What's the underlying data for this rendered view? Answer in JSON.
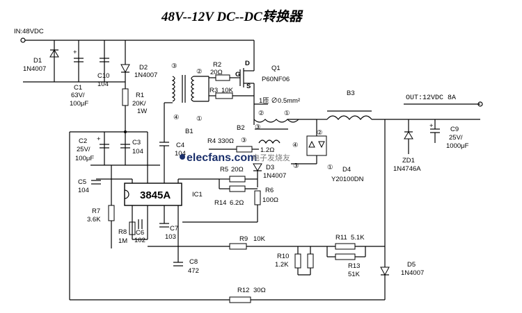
{
  "title": "48V--12V  DC--DC转换器",
  "input": "IN:48VDC",
  "output": "OUT:12VDC  8A",
  "ic": {
    "part": "3845A",
    "ref": "IC1"
  },
  "transformer": {
    "ref": "B1",
    "wire": "1匝  ∅0.5mm²"
  },
  "inductors": {
    "b2": "B2",
    "b3": "B3"
  },
  "components": {
    "d1": [
      "D1",
      "1N4007"
    ],
    "c1": [
      "C1",
      "63V/",
      "100μF"
    ],
    "c10": [
      "C10",
      "104"
    ],
    "d2": [
      "D2",
      "1N4007"
    ],
    "r1": [
      "R1",
      "20K/",
      "1W"
    ],
    "r2": [
      "R2",
      "20Ω"
    ],
    "r3": [
      "R3",
      "10K"
    ],
    "q1": [
      "Q1",
      "P60NF06"
    ],
    "c2": [
      "C2",
      "25V/",
      "100μF"
    ],
    "c3": [
      "C3",
      "104"
    ],
    "c4": [
      "C4",
      "104"
    ],
    "r4": [
      "R4",
      "330Ω"
    ],
    "r5": [
      "R5",
      "20Ω"
    ],
    "d3": [
      "D3",
      "1N4007"
    ],
    "r6": [
      "R6",
      "100Ω"
    ],
    "r14": [
      "R14",
      "6.2Ω"
    ],
    "c5": [
      "C5",
      "104"
    ],
    "r7": [
      "R7",
      "3.6K"
    ],
    "r8": [
      "R8",
      "1M"
    ],
    "c6": [
      "C6",
      "102"
    ],
    "c7": [
      "C7",
      "103"
    ],
    "c8": [
      "C8",
      "472"
    ],
    "r9": [
      "R9",
      "10K"
    ],
    "r10": [
      "R10",
      "1.2K"
    ],
    "r11": [
      "R11",
      "5.1K"
    ],
    "r13": [
      "R13",
      "51K"
    ],
    "r12": [
      "R12",
      "30Ω"
    ],
    "d4": [
      "D4",
      "Y20100DN"
    ],
    "d5": [
      "D5",
      "1N4007"
    ],
    "zd1": [
      "ZD1",
      "1N4746A"
    ],
    "c9": [
      "C9",
      "25V/",
      "1000μF"
    ],
    "b2_wire": "1.2Ω"
  },
  "pins": {
    "g": "G",
    "d": "D",
    "s": "S",
    "n1": "①",
    "n2": "②",
    "n3": "③",
    "n4": "④"
  },
  "watermark": {
    "brand": "elecfans.com",
    "cn": "电子发烧友"
  },
  "colors": {
    "ink": "#000000",
    "logo": "#1a2f6b"
  }
}
